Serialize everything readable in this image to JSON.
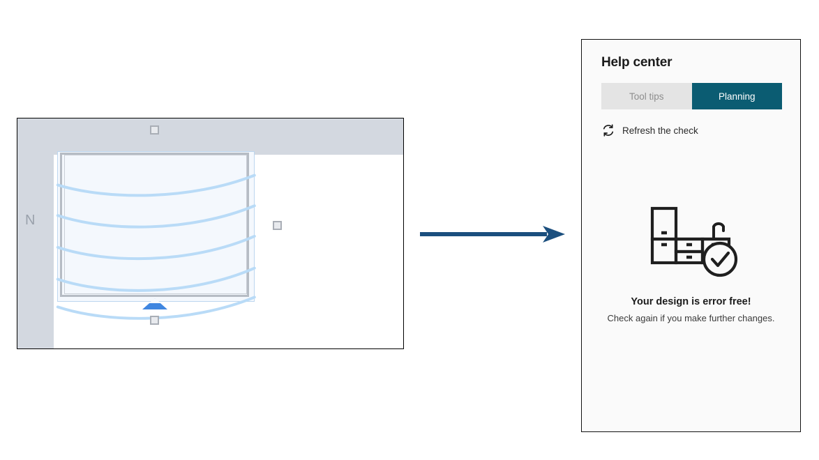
{
  "canvas": {
    "compass_label": "N",
    "objects": {
      "room_name": "room-outline",
      "camera_marker": "camera-view-marker"
    },
    "handles": [
      {
        "name": "handle-top"
      },
      {
        "name": "handle-right"
      },
      {
        "name": "handle-bottom"
      }
    ]
  },
  "flow": {
    "arrow_name": "flow-arrow",
    "arrow_color": "#1b4f7e"
  },
  "panel": {
    "title": "Help center",
    "tabs": [
      {
        "label": "Tool tips",
        "active": false
      },
      {
        "label": "Planning",
        "active": true
      }
    ],
    "refresh": {
      "label": "Refresh the check",
      "icon": "refresh-icon"
    },
    "result": {
      "illustration": "kitchen-check-illustration",
      "headline": "Your design is error free!",
      "subtext": "Check again if you make further changes."
    }
  },
  "colors": {
    "accent_teal": "#0b5c72",
    "tab_inactive_bg": "#e4e4e4",
    "panel_bg": "#fafafa",
    "panel_border": "#111111",
    "plan_band": "#d3d8e0",
    "room_fill": "#f4f8fd",
    "fov_line": "#b9dbf7",
    "camera_blue": "#3f86e0",
    "arrow_navy": "#1b4f7e"
  }
}
